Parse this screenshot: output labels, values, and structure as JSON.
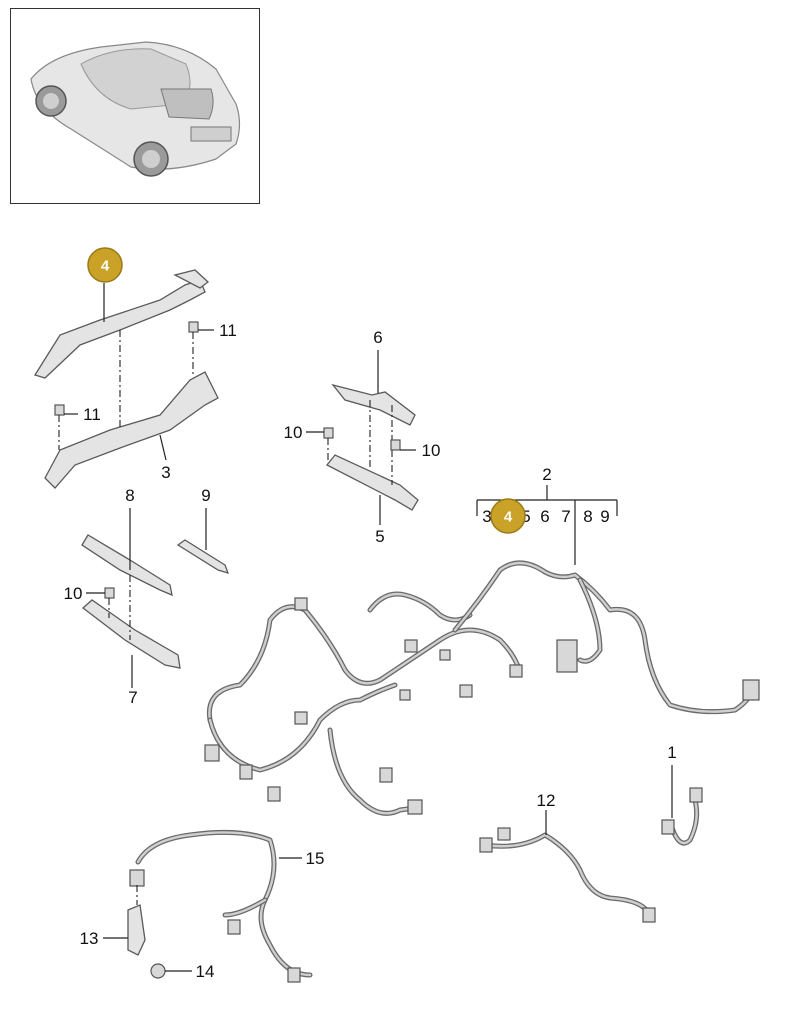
{
  "callouts": {
    "n1": "1",
    "n2": "2",
    "n3": "3",
    "n5": "5",
    "n6": "6",
    "n7": "7",
    "n8": "8",
    "n9": "9",
    "n10a": "10",
    "n10b": "10",
    "n10c": "10",
    "n11a": "11",
    "n11b": "11",
    "n12": "12",
    "n13": "13",
    "n14": "14",
    "n15": "15"
  },
  "bracket_items": [
    "3",
    "5",
    "6",
    "7",
    "8",
    "9"
  ],
  "badges": {
    "top": "4",
    "bracket": "4"
  },
  "colors": {
    "badge": "#c9a227",
    "badge_stroke": "#9a7a18",
    "line": "#222222"
  }
}
